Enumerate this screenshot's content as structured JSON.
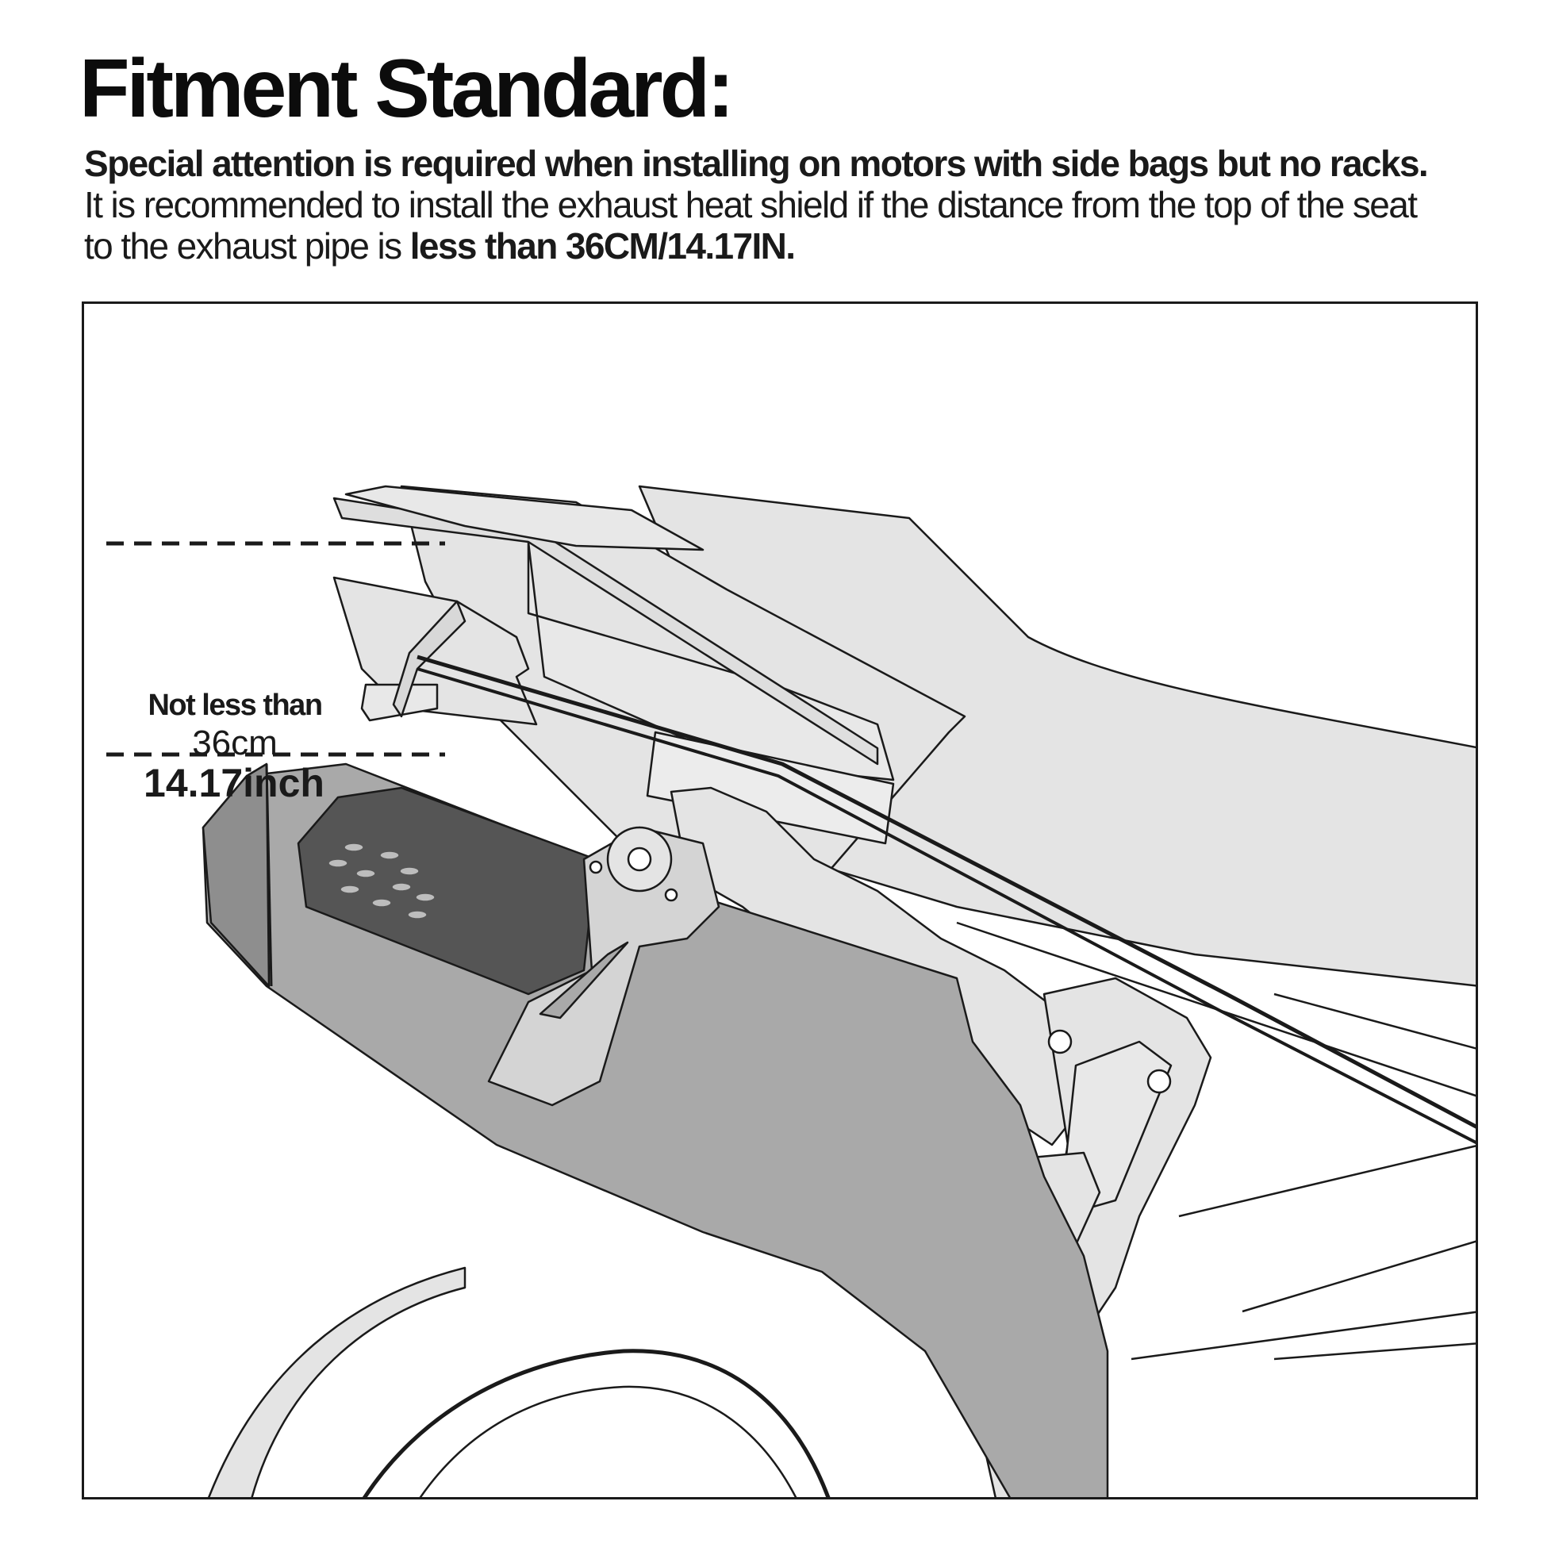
{
  "title": "Fitment Standard:",
  "intro": {
    "line1": "Special attention is required when installing on motors with side bags but no racks.",
    "line2": "It is recommended to install the exhaust heat shield if the distance from the top of the seat",
    "line3_plain": "to the exhaust pipe is ",
    "line3_bold": "less than 36CM/14.17IN."
  },
  "measurement": {
    "label": "Not less than",
    "metric": "36cm",
    "imperial": "14.17inch"
  },
  "colors": {
    "line": "#1a1a1a",
    "light_fill": "#e4e4e4",
    "mid_fill": "#a9a9a9",
    "dark_fill": "#555555"
  }
}
